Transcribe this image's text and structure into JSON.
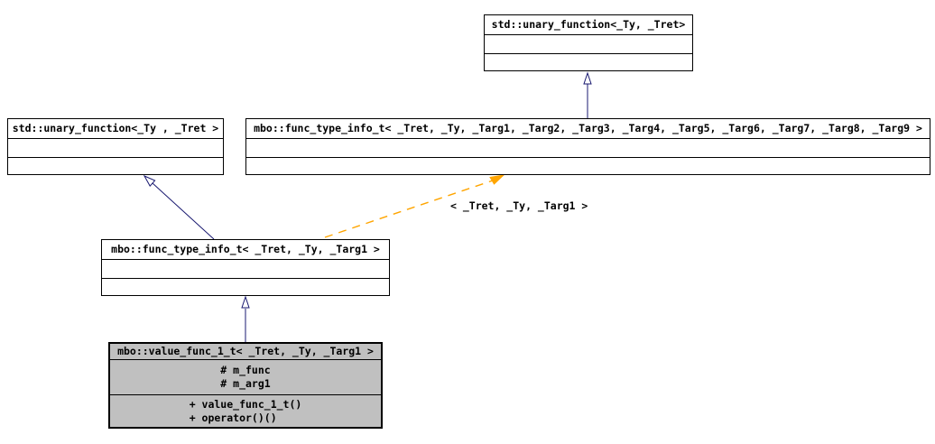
{
  "diagram_type": "uml-class-inheritance-graph",
  "colors": {
    "background": "#ffffff",
    "node_border": "#000000",
    "node_fill": "#ffffff",
    "selected_node_fill": "#c0c0c0",
    "inheritance_edge": "#191970",
    "template_edge": "#ffa500",
    "text": "#000000"
  },
  "nodes": {
    "std_unary_base": {
      "label": "std::unary_function<_Ty, _Tret>"
    },
    "std_unary_spec": {
      "label": "std::unary_function<_Ty , _Tret >"
    },
    "func_type_info_generic": {
      "label": "mbo::func_type_info_t< _Tret, _Ty, _Targ1, _Targ2, _Targ3, _Targ4, _Targ5, _Targ6, _Targ7, _Targ8, _Targ9 >"
    },
    "func_type_info_1": {
      "label": "mbo::func_type_info_t< _Tret, _Ty, _Targ1 >"
    },
    "value_func_1_t": {
      "label": "mbo::value_func_1_t< _Tret, _Ty, _Targ1 >",
      "attributes": [
        "# m_func",
        "# m_arg1"
      ],
      "methods": [
        "+ value_func_1_t()",
        "+ operator()()"
      ]
    }
  },
  "edges": {
    "template_instantiation_label": "< _Tret, _Ty, _Targ1 >",
    "relations": [
      {
        "type": "public-inheritance",
        "from": "func_type_info_generic",
        "to": "std_unary_base"
      },
      {
        "type": "public-inheritance",
        "from": "func_type_info_1",
        "to": "std_unary_spec"
      },
      {
        "type": "public-inheritance",
        "from": "value_func_1_t",
        "to": "func_type_info_1"
      },
      {
        "type": "template-instantiation",
        "from": "func_type_info_1",
        "to": "func_type_info_generic"
      }
    ]
  }
}
